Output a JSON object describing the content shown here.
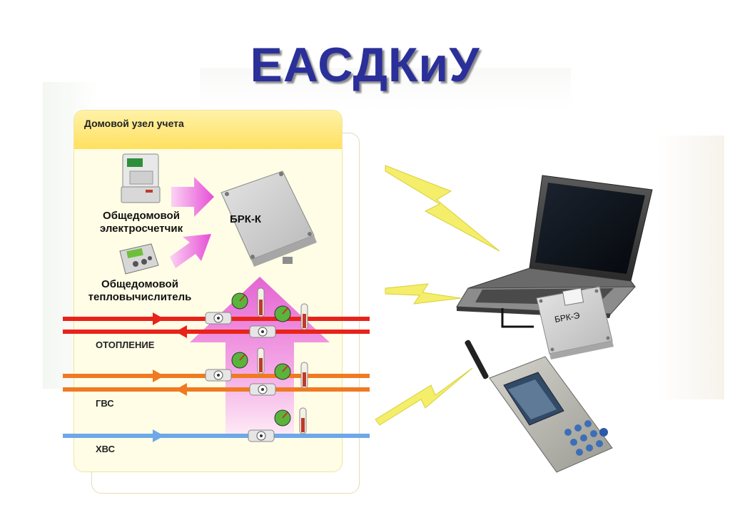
{
  "title": "ЕАСДКиУ",
  "panel": {
    "title": "Домовой узел учета"
  },
  "devices": {
    "electric_meter": "Общедомовой электросчетчик",
    "heat_calculator": "Общедомовой тепловычислитель",
    "brk_k": "БРК-К",
    "brk_e": "БРК-Э"
  },
  "pipes": {
    "heating": "ОТОПЛЕНИЕ",
    "hot_water": "ГВС",
    "cold_water": "ХВС"
  },
  "colors": {
    "title": "#2b2f9a",
    "heating_pipe": "#e8231a",
    "hot_water_pipe": "#f07a22",
    "cold_water_pipe": "#6ea8e8",
    "upload_arrow": "#e866d6",
    "lightning": "#f4ee6a"
  }
}
